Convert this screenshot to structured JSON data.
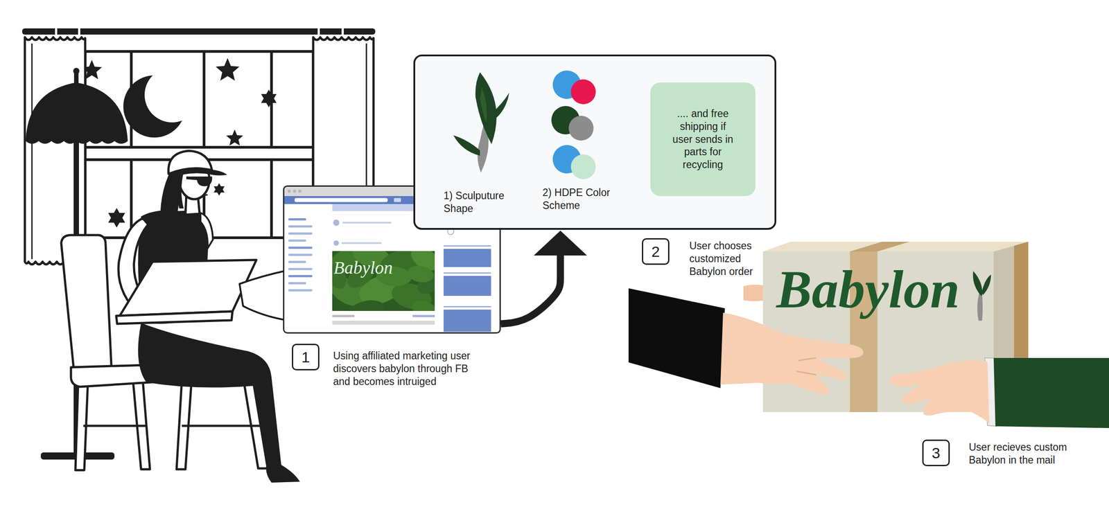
{
  "diagram": {
    "nodes": [
      {
        "text": [
          "Babylon"
        ]
      },
      {
        "text": [
          "1",
          "Using affiliated marketing user discovers babylon through FB and becomes intruiged"
        ]
      },
      {
        "text": [
          "1) Sculputure Shape",
          "2) HDPE Color Scheme"
        ]
      },
      {
        "text": [
          ".... and free shipping if user sends in parts for recycling"
        ],
        "in": 2
      },
      {
        "text": [
          "2",
          "User chooses customized Babylon order"
        ]
      },
      {
        "text": [
          "Babylon"
        ]
      },
      {
        "text": [
          "3",
          "User recieves custom Babylon in the mail"
        ]
      }
    ],
    "edges": [
      {
        "from": 0,
        "to": 2,
        "arrow": "to"
      }
    ]
  }
}
